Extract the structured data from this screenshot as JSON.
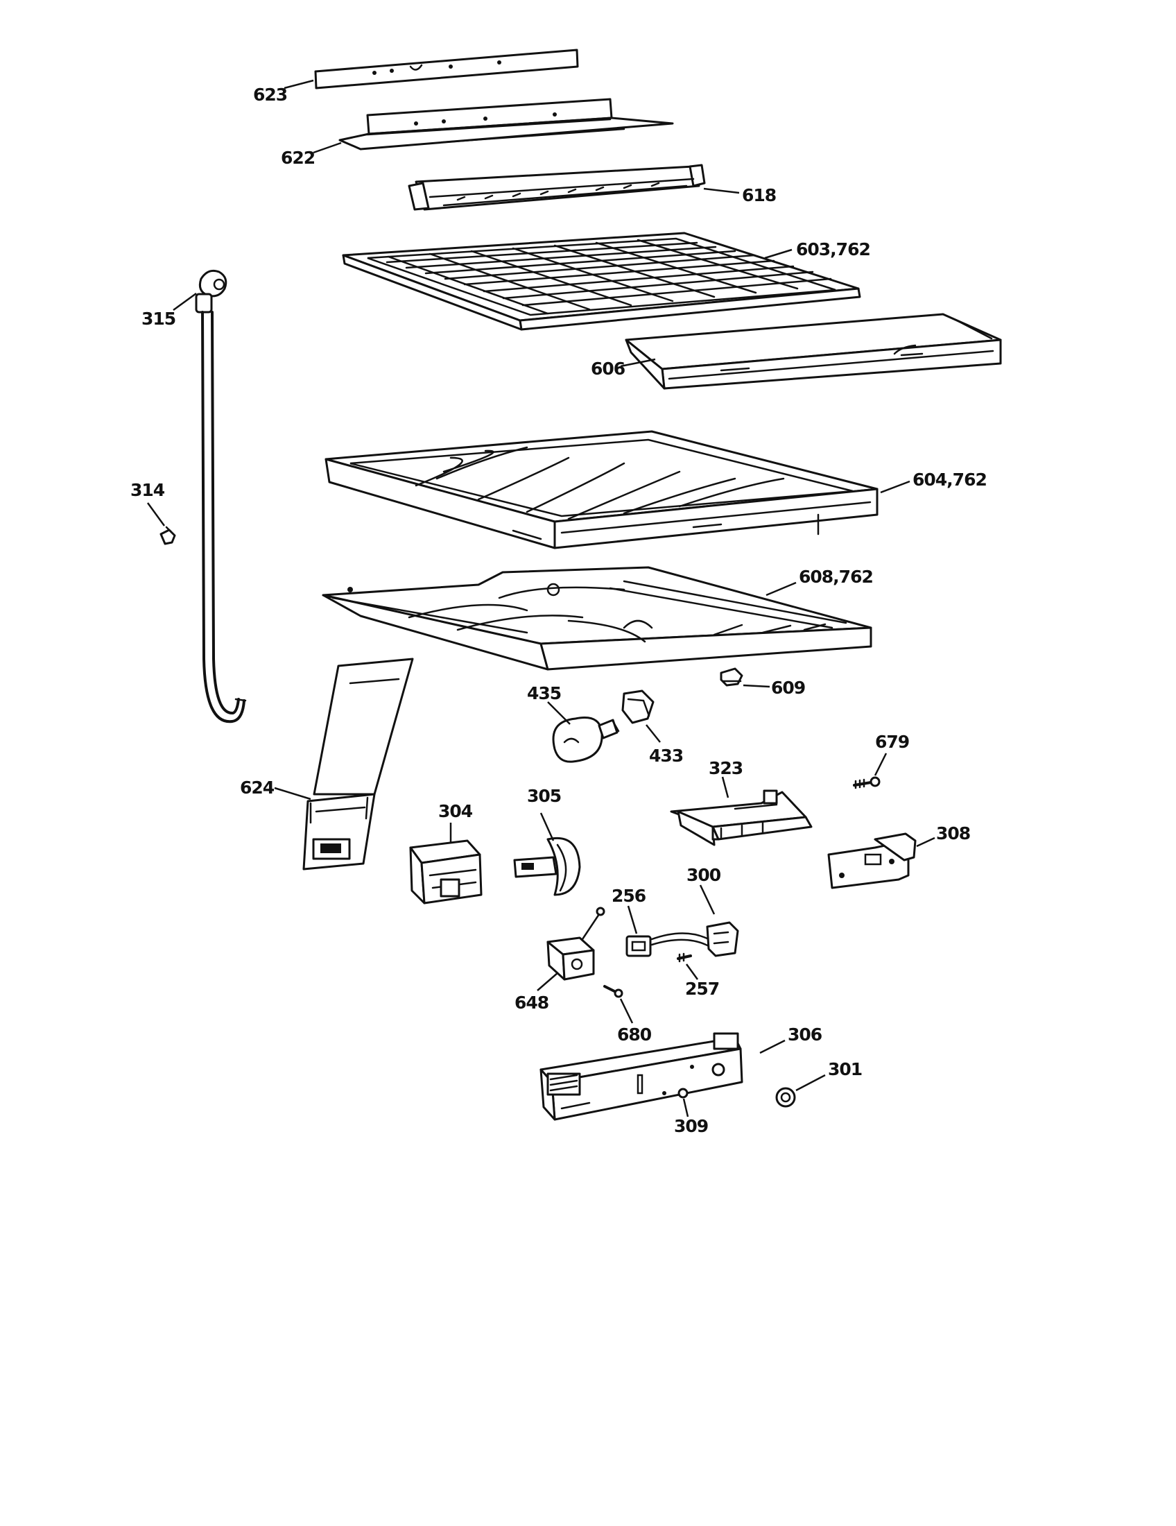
{
  "callouts": {
    "c623": "623",
    "c622": "622",
    "c618": "618",
    "c603": "603,762",
    "c315": "315",
    "c606": "606",
    "c314": "314",
    "c604": "604,762",
    "c608": "608,762",
    "c609": "609",
    "c435": "435",
    "c433": "433",
    "c679": "679",
    "c323": "323",
    "c624": "624",
    "c304": "304",
    "c305": "305",
    "c308": "308",
    "c256": "256",
    "c300": "300",
    "c257": "257",
    "c648": "648",
    "c680": "680",
    "c306": "306",
    "c301": "301",
    "c309": "309"
  }
}
